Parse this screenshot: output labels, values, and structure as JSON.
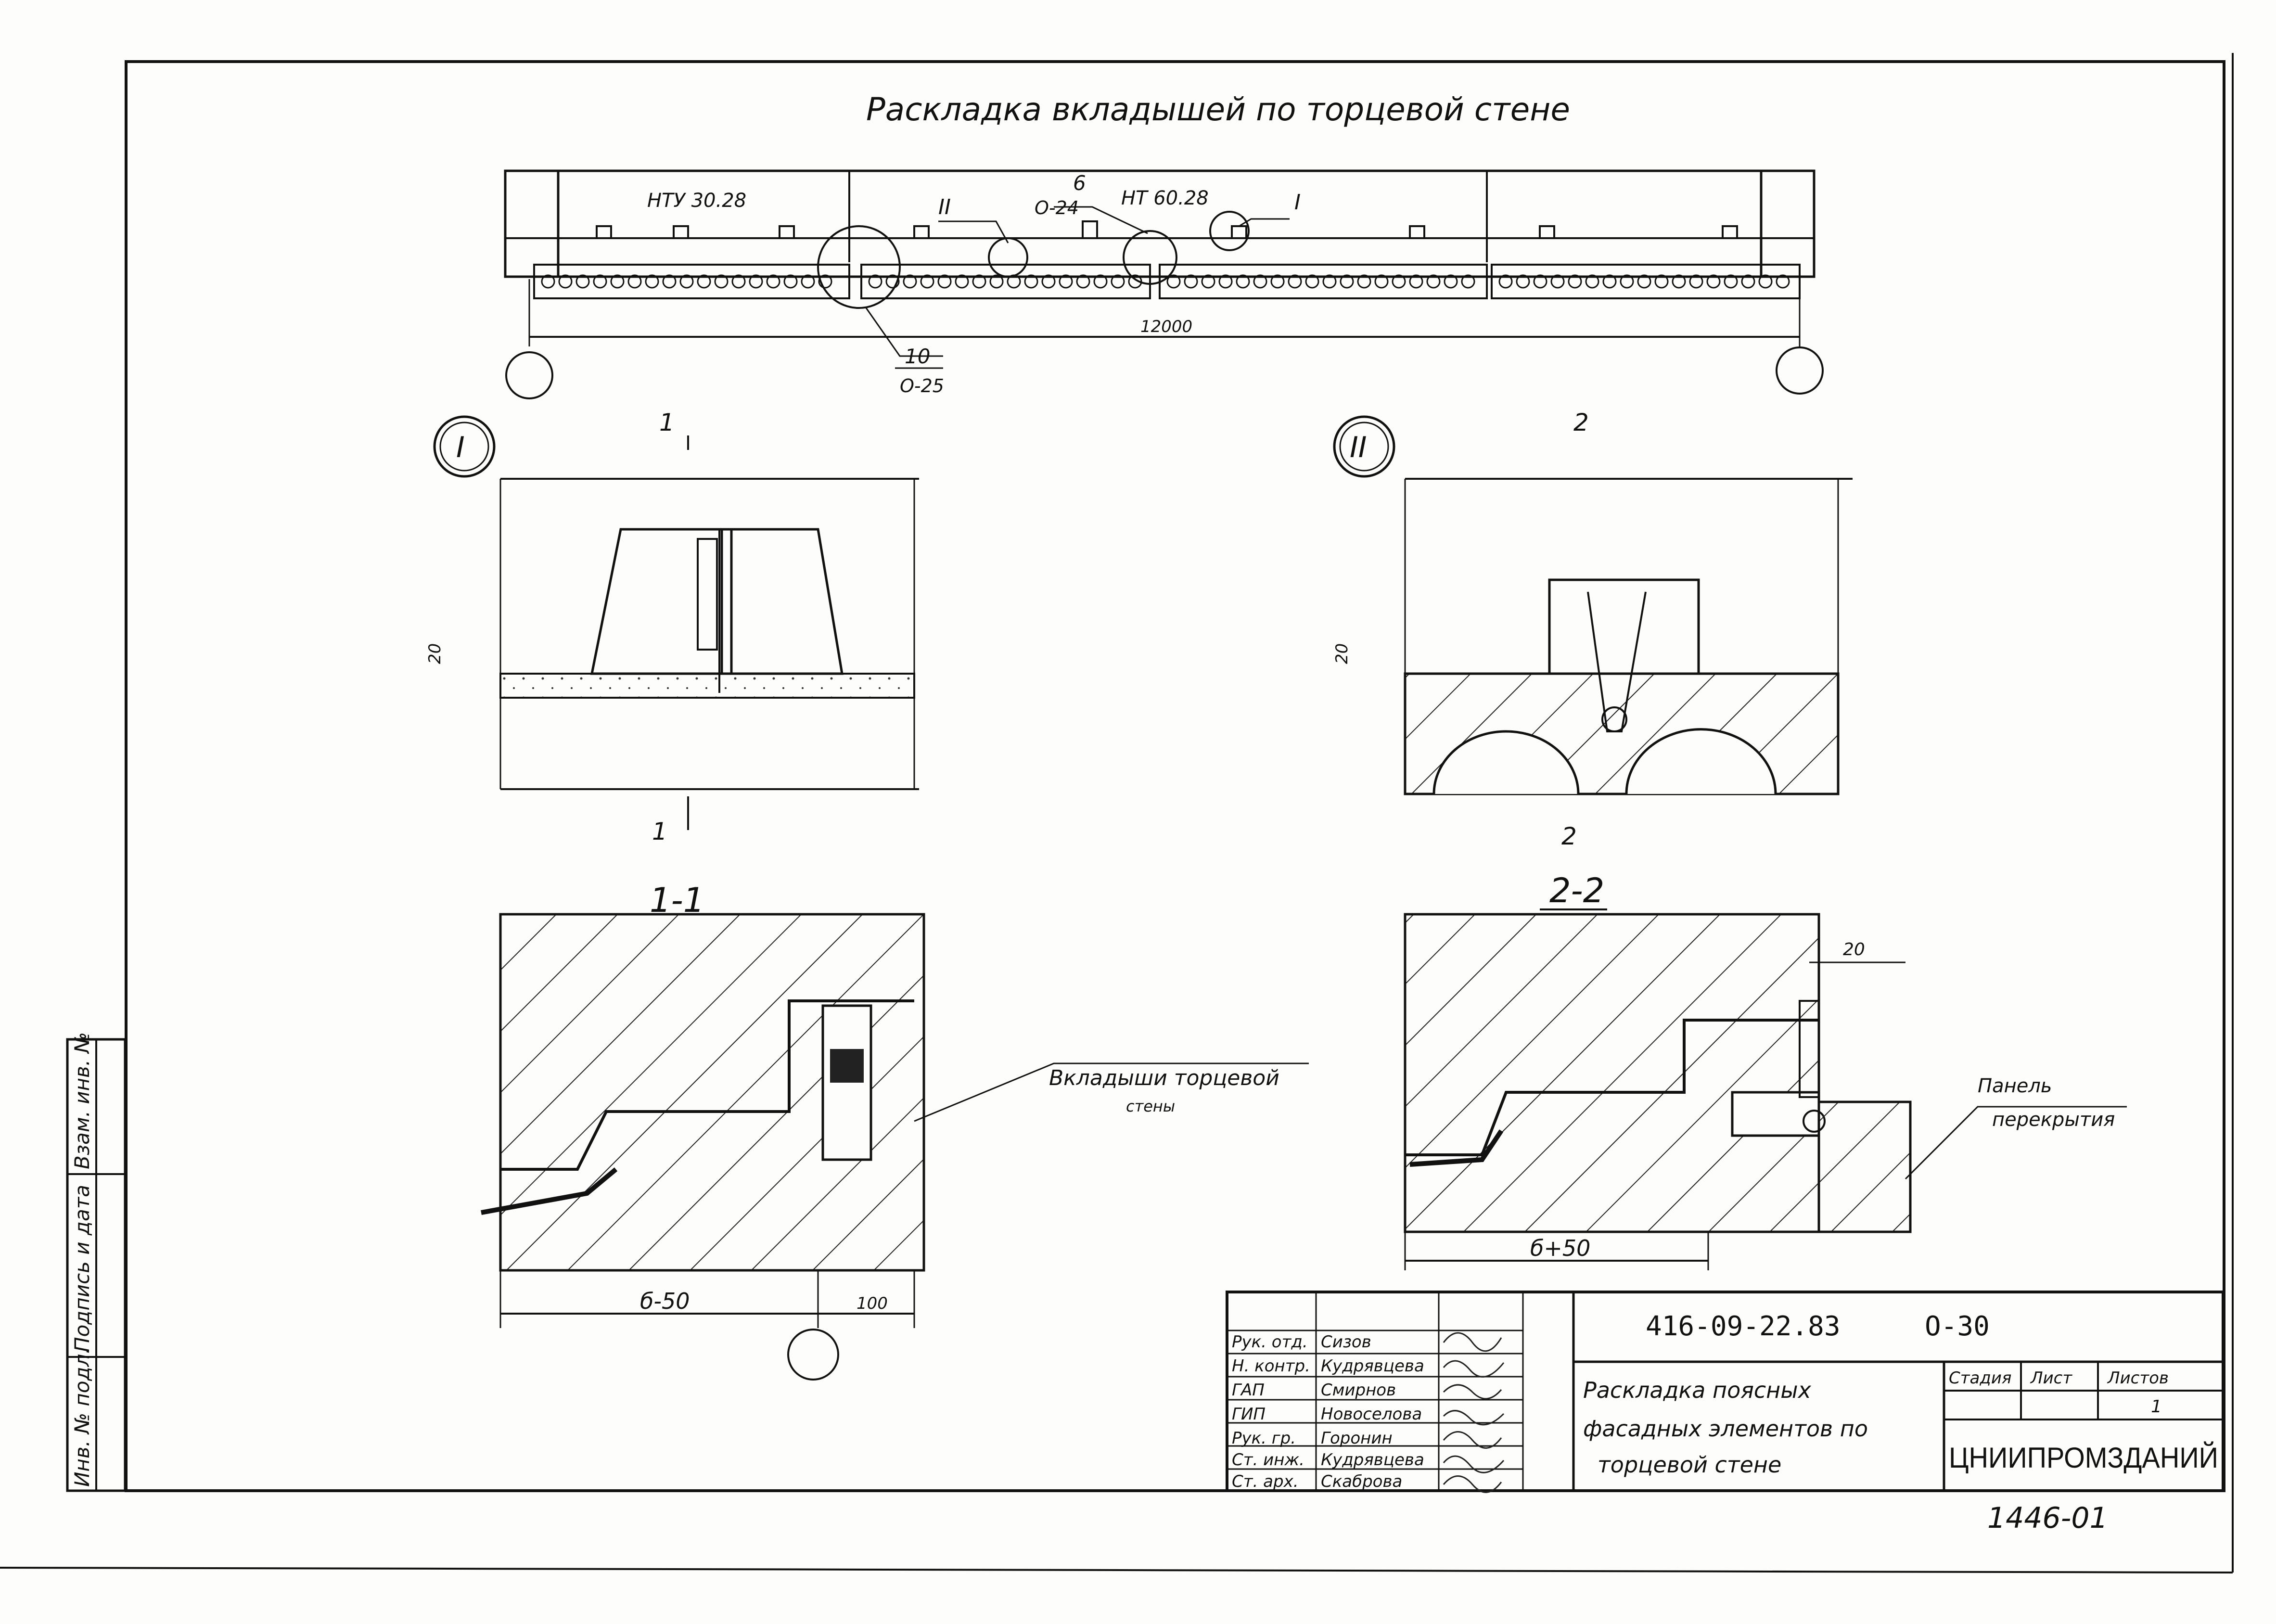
{
  "drawing": {
    "top_title": "Раскладка вкладышей по торцевой стене",
    "plan": {
      "panel_left": "НТУ 30.28",
      "panel_mid": "НТ 60.28",
      "callout_ref_top": "6",
      "callout_ref_bottom": "О-24",
      "callout_bottom_top": "10",
      "callout_bottom_bottom": "О-25",
      "dimension": "12000",
      "node_I": "I",
      "node_II": "II"
    },
    "detail_I": {
      "marker": "I",
      "section_mark": "1",
      "dim": "20"
    },
    "detail_II": {
      "marker": "II",
      "section_mark": "2",
      "dim": "20"
    },
    "section_11": {
      "title": "1-1",
      "dim_left": "б-50",
      "dim_right": "100",
      "leader_note_1": "Вкладыши торцевой",
      "leader_note_2": "стены"
    },
    "section_22": {
      "title": "2-2",
      "dim_top": "20",
      "dim_bottom": "б+50",
      "leader_note_1": "Панель",
      "leader_note_2": "перекрытия"
    },
    "side_stamp": [
      "Инв. № подл.",
      "Подпись и дата",
      "Взам. инв. №"
    ]
  },
  "title_block": {
    "doc_code": "416-09-22.83",
    "sheet_code": "О-30",
    "roles": [
      "Рук. отд.",
      "Н. контр.",
      "ГАП",
      "ГИП",
      "Рук. гр.",
      "Ст. инж.",
      "Ст. арх."
    ],
    "names": [
      "Сизов",
      "Кудрявцева",
      "Смирнов",
      "Новоселова",
      "Горонин",
      "Кудрявцева",
      "Скаброва"
    ],
    "description_1": "Раскладка поясных",
    "description_2": "фасадных элементов по",
    "description_3": "торцевой стене",
    "col_stage": "Стадия",
    "col_sheet": "Лист",
    "col_sheets": "Листов",
    "sheets_value": "1",
    "org": "ЦНИИПРОМЗДАНИЙ",
    "archive_no": "1446-01"
  }
}
